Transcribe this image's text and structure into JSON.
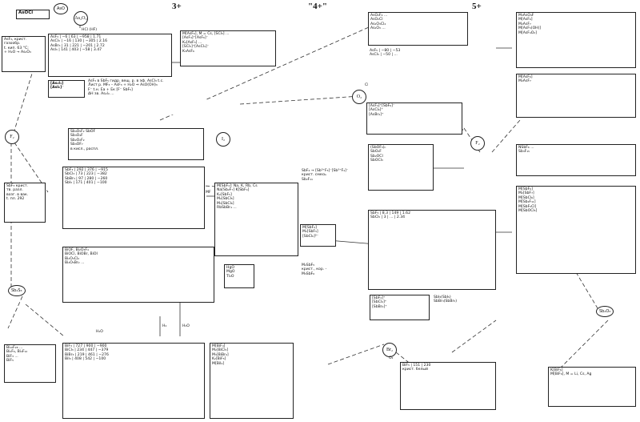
{
  "headers": {
    "ox3": "3+",
    "ox4": "\"4+\"",
    "ox5": "5+"
  },
  "circles": {
    "c_aso3": "As₂O₃",
    "c_aso": "AsO",
    "c_f2_left": "F₂",
    "c_i2": "I₂",
    "c_o2": "O₂",
    "c_f2_mid": "F₂",
    "c_br": "Br₂",
    "c_sb2s3": "Sb₂S₃",
    "c_sbo": "Sb₂O₃"
  },
  "boxes": {
    "asocl": [
      "AsOCl"
    ],
    "asfree": [
      "AsF₃, крист.",
      "газообр.",
      "t. кип. 63 °C;",
      "+ H₂O → As₂O₃"
    ],
    "ashal": [
      "AsF₃ | −6 | 63 | −958 | 1.71",
      "AsCl₃ | −16 | 130 | −305 | 2.16",
      "AsBr₃ | 31 | 221 | −201 | 2.72",
      "AsI₃ | 141 | 403 | −58 | 3.47"
    ],
    "asmf": [
      "M[AsF₆], M = Cs, [SCl₃] ...",
      "[AsF₄]⁺[AsF₆]⁻",
      "K₂[AsF₅] ...",
      "[SCl₃]⁺[AsCl₄]⁻",
      "K₃AsF₆"
    ],
    "asi": [
      "[As₂I₄]",
      "[AsI₆]⁻"
    ],
    "asnote": [
      "AsF₃ в SbF₅ гидр. вещ. р. в эф. AsCl₃ t.c.",
      "Лист p. MF₃ – AsF₃ + H₂O ⇒ AsO(OH)₃",
      "F⁻ t.н. Ea + Eк [F⁻ SbF₅]",
      "ΔH зв. As₂I₄ ..."
    ],
    "sboxf": [
      "Sb₄O₅F₂ SbOF",
      "Sb₃O₄F",
      "Sb₂O₂F₂",
      "Sb₃OF₇",
      "в кисл., распл."
    ],
    "sbhal": [
      "SbF₃ | 292 | 376 | −915",
      "SbCl₃ | 73 | 223 | −382",
      "SbBr₃ | 97 | 280 | −260",
      "SbI₃ | 171 | 401 | −100"
    ],
    "sbleft": [
      "SbF₃ крист.",
      "тв. разл.",
      "возг. в вак.",
      "t. пл. 292"
    ],
    "sbmf": [
      "M[SbF₄]: Na, K, Rb, Cs",
      "Na[Sb₂F₇] K[SbF₄]",
      "K₂[SbF₅]",
      "M₂[SbCl₅]",
      "M₃[SbCl₆]",
      "RbSbBr₄ ..."
    ],
    "sbcl4": [
      "SbF₄ → [Sb⁵⁺F₅]⁻[Sb³⁺F₄]⁻",
      "крист. смесь",
      "Sb₂F₁₁"
    ],
    "bismid": [
      "BiOF, Bi₂O₃F₄",
      "BiOCl, BiOBr, BiOI",
      "Bi₂O₃Cl₂",
      "Bi₄O₅Br₂ ..."
    ],
    "sbsmall": [
      "M[SbF₄]",
      "M₂[SbF₅]",
      "[SbCl₆]³⁻"
    ],
    "sbmid2": [
      "M₂SbF₅",
      "крист., кор. -",
      "M₃SbF₆"
    ],
    "hgox": [
      "HgO",
      "MgO",
      "Tl₂O"
    ],
    "bix": [
      "Bi₁₀F₂₈ ...",
      "Bi₂F₆, Bi₄F₁₂",
      "BiF₃ ...",
      "BiF₅"
    ],
    "bitbl": [
      "BiF₃ | 727 | 900 | −900",
      "BiCl₃ | 234 | 447 | −379",
      "BiBr₃ | 219 | 461 | −276",
      "BiI₃ | 408 | 542 | −100"
    ],
    "bimf": [
      "M[BiF₄]",
      "M₂[BiCl₅]",
      "M₃[BiBr₆]",
      "K₂[BiF₅]",
      "M[BiI₄]"
    ],
    "as5top": [
      "AsO₂F₄ ...",
      "AsO₂Cl",
      "As₂O₃Cl₄",
      "As₂O₃ ..."
    ],
    "as5mid": [
      "AsF₅ | −80 | −53",
      "AsCl₅ | −50 | ..."
    ],
    "as5cat": [
      "[AsF₄]⁺[SbF₆]⁻",
      "[AsCl₄]⁺",
      "[AsBr₄]⁺"
    ],
    "mas5": [
      "M₃AsO₄F",
      "M[AsF₆]",
      "M₂AsF₇",
      "M[AsF₅(OH)]",
      "M[AsF₄O₂]"
    ],
    "sb5cat": [
      "[SbF₄]⁺",
      "[SbCl₄]⁺",
      "[SbBr₄]⁺"
    ],
    "sboxf5": [
      "(SbOF₃)ₙ",
      "SbO₂F",
      "Sb₂OCl",
      "SbOCl₃"
    ],
    "sb5tbl": [
      "SbF₅ | 8.3 | 149 | 1.62",
      "SbCl₅ | 3 | ... | 2.34"
    ],
    "sb5mf": [
      "M[SbF₆]",
      "M₂[SbF₇]",
      "M[SbCl₆]",
      "M[Sb₂F₁₁]",
      "M[SbF₅Cl]",
      "M[SbOCl₅]"
    ],
    "sb5small": [
      "NSbF₆ ...",
      "Sb₃F₁₅"
    ],
    "sbhal5": [
      "SbI₃(SbI₅)",
      "SbBr₃(SbBr₅)"
    ],
    "bi5": [
      "BiF₅ | 151 | 230",
      "крист. белый"
    ],
    "bimf5": [
      "K[BiF₆]",
      "M[BiF₆], M = Li, Cs, Ag"
    ]
  },
  "labels": {
    "hcl_hf": "HCl (HF)",
    "h2o_left": "H₂O",
    "h2_mid": "H₂",
    "o2_bi": "O₂",
    "mf_label": "MF",
    "f2_label": "F₂",
    "h2o_mid": "H₂O",
    "cl2": "Cl₂, Br₂"
  }
}
